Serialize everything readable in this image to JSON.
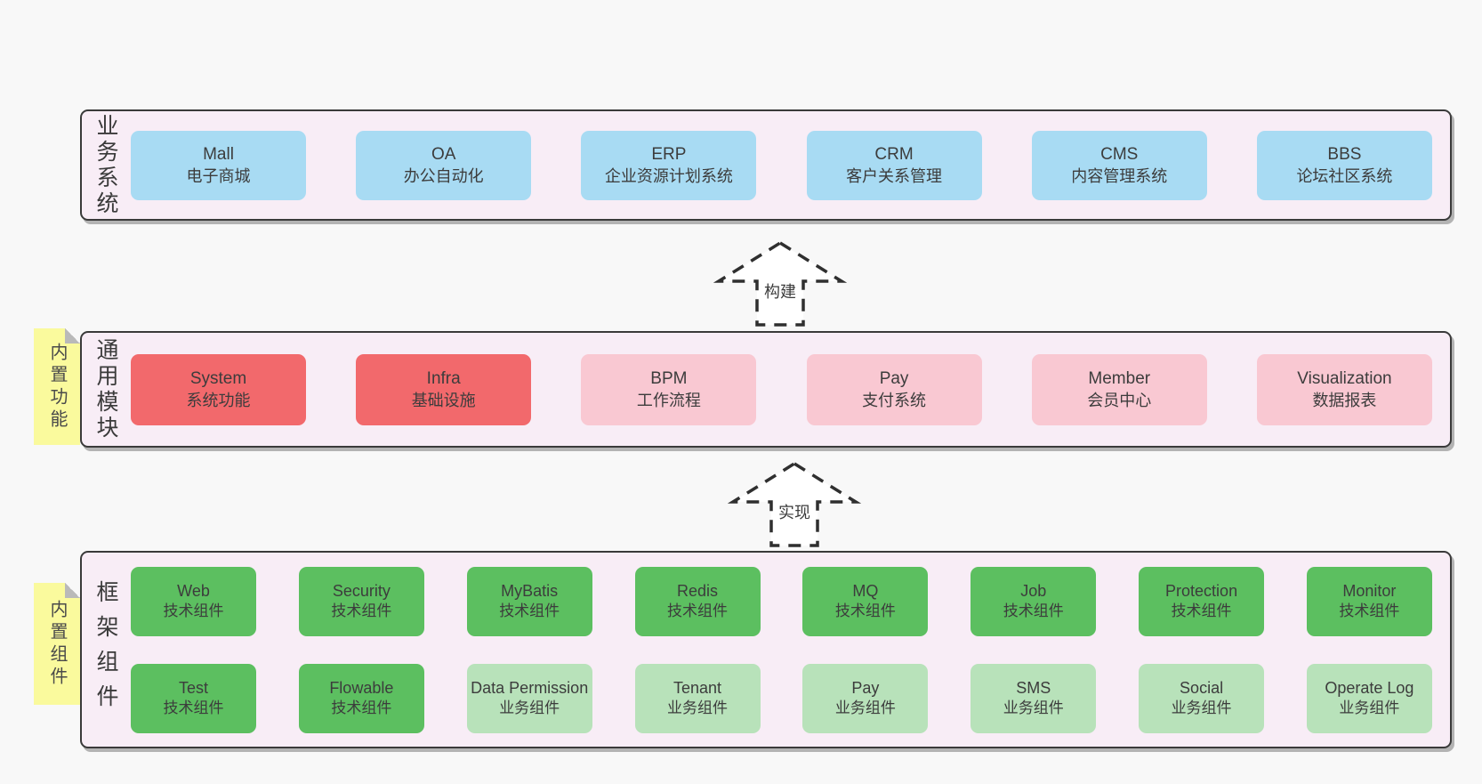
{
  "colors": {
    "page_background": "#f8f8f8",
    "layer_background": "#f8edf6",
    "layer_border": "#3a3a3a",
    "box_blue": "#a8dbf3",
    "box_red": "#f2696c",
    "box_pink": "#f9c8d2",
    "box_green": "#5cbf60",
    "box_lightgreen": "#b8e2ba",
    "sticky_note_yellow": "#fafa9d",
    "text": "#3c3c3c"
  },
  "arrows": {
    "build": {
      "label": "构建"
    },
    "implement": {
      "label": "实现"
    }
  },
  "layers": {
    "business": {
      "label": "业务系统",
      "boxes": [
        {
          "title": "Mall",
          "subtitle": "电子商城"
        },
        {
          "title": "OA",
          "subtitle": "办公自动化"
        },
        {
          "title": "ERP",
          "subtitle": "企业资源计划系统"
        },
        {
          "title": "CRM",
          "subtitle": "客户关系管理"
        },
        {
          "title": "CMS",
          "subtitle": "内容管理系统"
        },
        {
          "title": "BBS",
          "subtitle": "论坛社区系统"
        }
      ]
    },
    "modules": {
      "label": "通用模块",
      "note": "内置功能",
      "boxes": [
        {
          "title": "System",
          "subtitle": "系统功能"
        },
        {
          "title": "Infra",
          "subtitle": "基础设施"
        },
        {
          "title": "BPM",
          "subtitle": "工作流程"
        },
        {
          "title": "Pay",
          "subtitle": "支付系统"
        },
        {
          "title": "Member",
          "subtitle": "会员中心"
        },
        {
          "title": "Visualization",
          "subtitle": "数据报表"
        }
      ]
    },
    "components": {
      "label": "框架组件",
      "note": "内置组件",
      "row1": [
        {
          "title": "Web",
          "subtitle": "技术组件"
        },
        {
          "title": "Security",
          "subtitle": "技术组件"
        },
        {
          "title": "MyBatis",
          "subtitle": "技术组件"
        },
        {
          "title": "Redis",
          "subtitle": "技术组件"
        },
        {
          "title": "MQ",
          "subtitle": "技术组件"
        },
        {
          "title": "Job",
          "subtitle": "技术组件"
        },
        {
          "title": "Protection",
          "subtitle": "技术组件"
        },
        {
          "title": "Monitor",
          "subtitle": "技术组件"
        }
      ],
      "row2": [
        {
          "title": "Test",
          "subtitle": "技术组件"
        },
        {
          "title": "Flowable",
          "subtitle": "技术组件"
        },
        {
          "title": "Data Permission",
          "subtitle": "业务组件"
        },
        {
          "title": "Tenant",
          "subtitle": "业务组件"
        },
        {
          "title": "Pay",
          "subtitle": "业务组件"
        },
        {
          "title": "SMS",
          "subtitle": "业务组件"
        },
        {
          "title": "Social",
          "subtitle": "业务组件"
        },
        {
          "title": "Operate Log",
          "subtitle": "业务组件"
        }
      ]
    }
  }
}
